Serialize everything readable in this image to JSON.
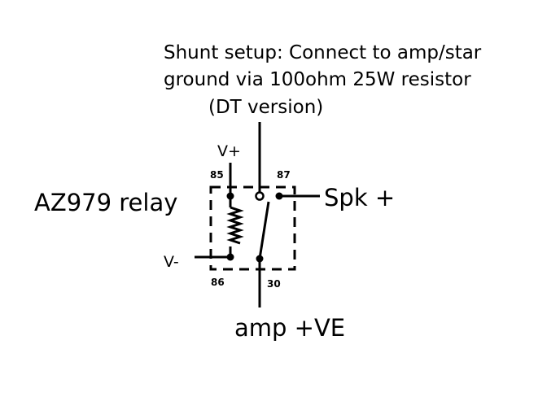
{
  "caption": {
    "line1": "Shunt setup: Connect to amp/star",
    "line2": "ground via 100ohm 25W resistor",
    "line3": "(DT version)"
  },
  "relay_name": "AZ979 relay",
  "labels": {
    "v_plus": "V+",
    "v_minus": "V-",
    "spk_plus": "Spk +",
    "amp_ve": "amp +VE"
  },
  "pins": {
    "p85": "85",
    "p86": "86",
    "p87": "87",
    "p30": "30"
  },
  "colors": {
    "ink": "#000000",
    "background": "#ffffff"
  }
}
